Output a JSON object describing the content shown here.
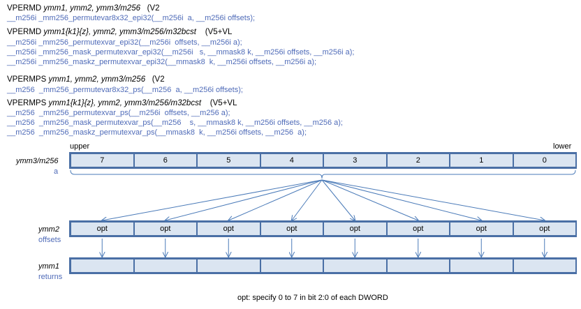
{
  "code_block": {
    "vpermd_header": {
      "mnemonic": "VPERMD ",
      "operands": "ymm1, ymm2, ymm3/m256",
      "ext": "   (V2"
    },
    "vpermd_lines": [
      "__m256i _mm256_permutevar8x32_epi32(__m256i  a, __m256i offsets);"
    ],
    "vpermd512_header": {
      "mnemonic": "VPERMD ",
      "operands": "ymm1{k1}{z}, ymm2, ymm3/m256/m32bcst",
      "ext": "    (V5+VL"
    },
    "vpermd512_lines": [
      "__m256i _mm256_permutexvar_epi32(__m256i  offsets, __m256i a);",
      "__m256i _mm256_mask_permutexvar_epi32(__m256i   s, __mmask8 k, __m256i offsets, __m256i a);",
      "__m256i _mm256_maskz_permutexvar_epi32(__mmask8  k, __m256i offsets, __m256i a);"
    ],
    "vpermps_header": {
      "mnemonic": "VPERMPS ",
      "operands": "ymm1, ymm2, ymm3/m256",
      "ext": "   (V2"
    },
    "vpermps_lines": [
      "__m256  _mm256_permutevar8x32_ps(__m256  a, __m256i offsets);"
    ],
    "vpermps512_header": {
      "mnemonic": "VPERMPS ",
      "operands": "ymm1{k1}{z}, ymm2, ymm3/m256/m32bcst",
      "ext": "    (V5+VL"
    },
    "vpermps512_lines": [
      "__m256  _mm256_permutexvar_ps(__m256i  offsets, __m256 a);",
      "__m256  _mm256_mask_permutexvar_ps(__m256    s, __mmask8 k, __m256i offsets, __m256 a);",
      "__m256  _mm256_maskz_permutexvar_ps(__mmask8  k, __m256i offsets, __m256  a);"
    ]
  },
  "diagram": {
    "upper_label": "upper",
    "lower_label": "lower",
    "src_reg": "ymm3/m256",
    "src_sub": "a",
    "src_cells": [
      "7",
      "6",
      "5",
      "4",
      "3",
      "2",
      "1",
      "0"
    ],
    "idx_reg": "ymm2",
    "idx_sub": "offsets",
    "idx_cells": [
      "opt",
      "opt",
      "opt",
      "opt",
      "opt",
      "opt",
      "opt",
      "opt"
    ],
    "dst_reg": "ymm1",
    "dst_sub": "returns",
    "dst_cells": [
      "",
      "",
      "",
      "",
      "",
      "",
      "",
      ""
    ],
    "note": "opt:  specify 0 to 7  in bit 2:0 of each DWORD"
  },
  "colors": {
    "code_text": "#4f6bb8",
    "cell_fill": "#dbe5f1",
    "cell_border": "#4a6fa5",
    "arrow": "#4a7ab8"
  }
}
